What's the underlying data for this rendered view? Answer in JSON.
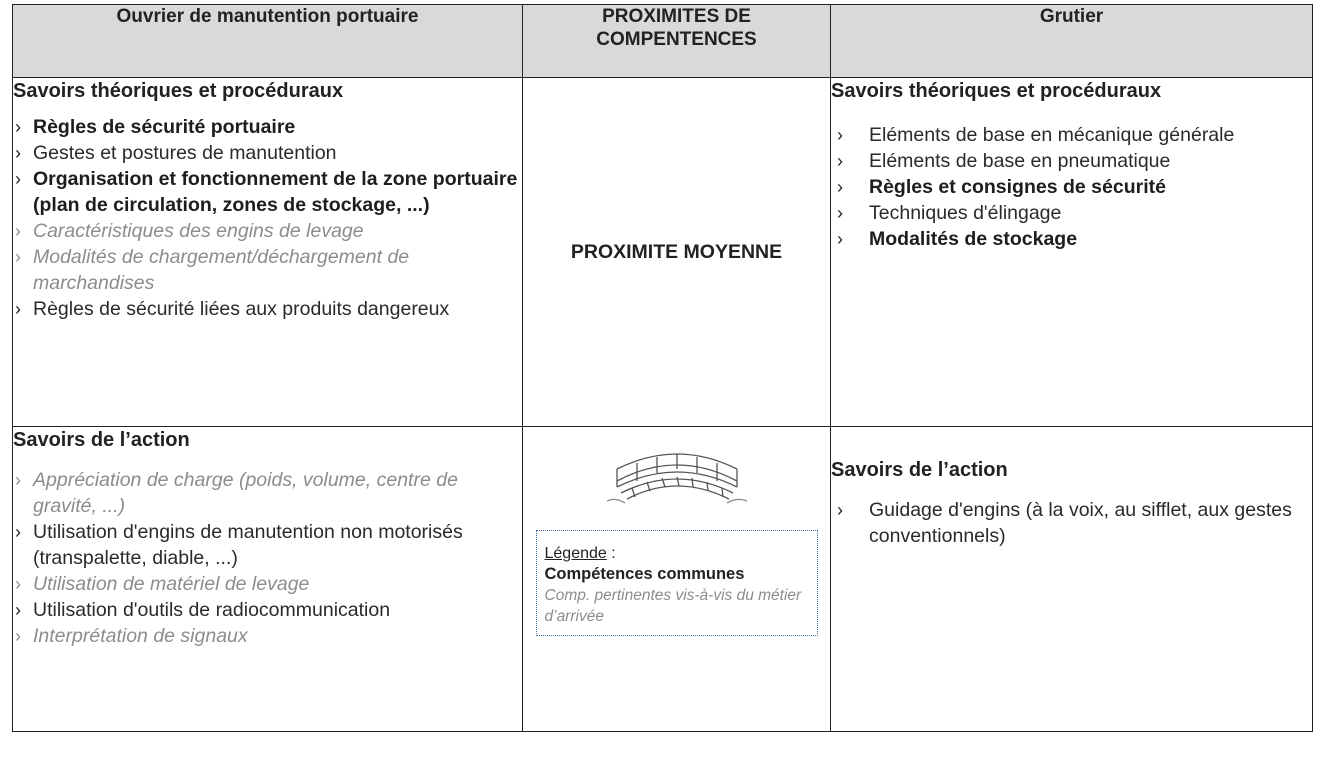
{
  "headers": {
    "left": "Ouvrier de manutention portuaire",
    "middle": "PROXIMITES DE COMPENTENCES",
    "right": "Grutier"
  },
  "row1": {
    "left": {
      "title": "Savoirs théoriques et procéduraux",
      "items": [
        {
          "text": "Règles de sécurité portuaire",
          "style": "bold"
        },
        {
          "text": "Gestes et postures de manutention",
          "style": "normal"
        },
        {
          "text": "Organisation et fonctionnement de la zone portuaire (plan de circulation, zones de stockage, ...)",
          "style": "bold"
        },
        {
          "text": "Caractéristiques des engins de levage",
          "style": "italic"
        },
        {
          "text": "Modalités de chargement/déchargement de marchandises",
          "style": "italic"
        },
        {
          "text": "Règles de sécurité liées aux produits dangereux",
          "style": "normal"
        }
      ]
    },
    "middle": "PROXIMITE MOYENNE",
    "right": {
      "title": "Savoirs théoriques et procéduraux",
      "items": [
        {
          "text": "Eléments de base en mécanique générale",
          "style": "normal"
        },
        {
          "text": "Eléments de base en pneumatique",
          "style": "normal"
        },
        {
          "text": "Règles et consignes de sécurité",
          "style": "bold"
        },
        {
          "text": "Techniques d'élingage",
          "style": "normal"
        },
        {
          "text": "Modalités de stockage",
          "style": "bold"
        }
      ]
    }
  },
  "row2": {
    "left": {
      "title": "Savoirs de l’action",
      "items": [
        {
          "text": "Appréciation de charge (poids, volume, centre de gravité, ...)",
          "style": "italic"
        },
        {
          "text": "Utilisation d'engins de manutention non motorisés (transpalette, diable, ...)",
          "style": "normal"
        },
        {
          "text": "Utilisation de matériel de levage",
          "style": "italic"
        },
        {
          "text": "Utilisation d'outils de radiocommunication",
          "style": "normal"
        },
        {
          "text": "Interprétation de signaux",
          "style": "italic"
        }
      ]
    },
    "middle": {
      "bridge_icon": "bridge-illustration",
      "legend": {
        "label": "Légende",
        "colon": " :",
        "common": "Compétences communes",
        "relevant": "Comp. pertinentes vis-à-vis du métier d’arrivée"
      }
    },
    "right": {
      "title": "Savoirs de l’action",
      "items": [
        {
          "text": "Guidage d'engins (à la voix, au sifflet, aux gestes conventionnels)",
          "style": "normal"
        }
      ]
    }
  },
  "bullet_glyph": "›",
  "colors": {
    "header_bg": "#d9d9d9",
    "italic_grey": "#8c8c8c",
    "legend_border": "#4a6fa5"
  }
}
